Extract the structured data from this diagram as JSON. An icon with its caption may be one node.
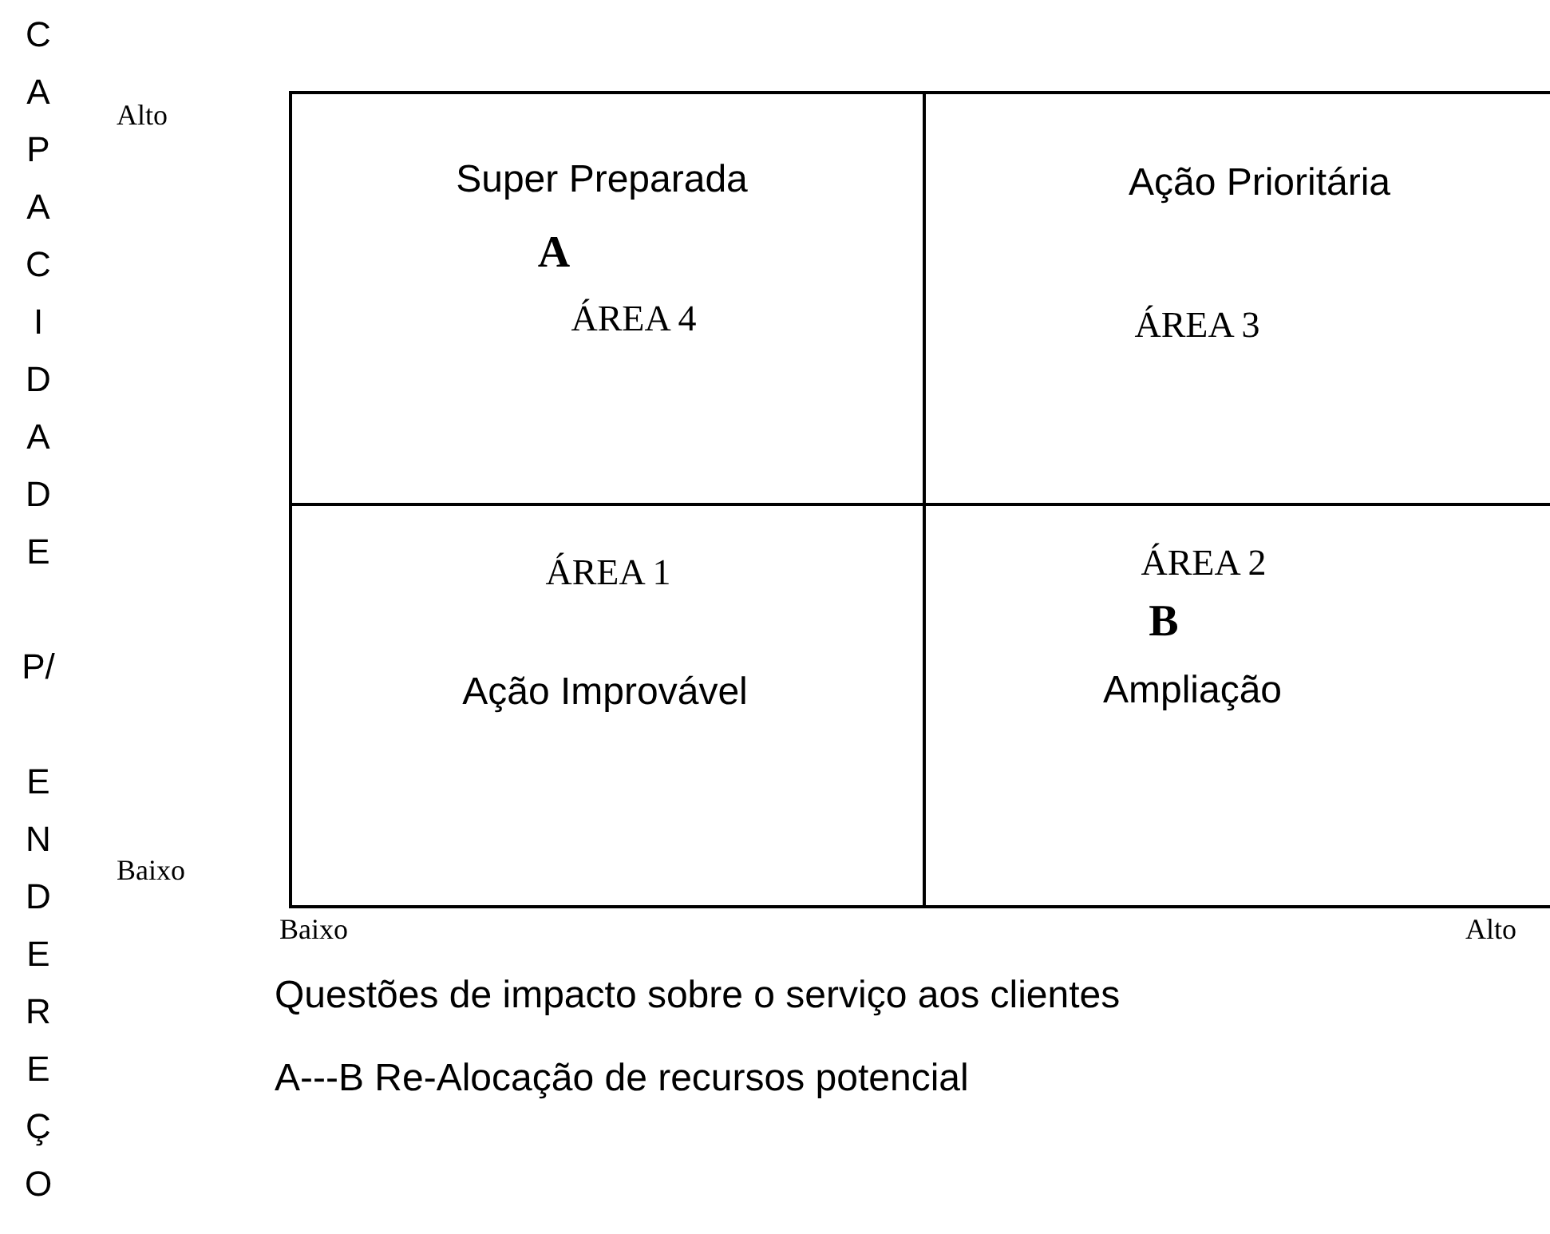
{
  "diagram": {
    "nodes": [
      {
        "text": [
          "Super Preparada",
          "A",
          "ÁREA 4"
        ]
      },
      {
        "text": [
          "Ação Prioritária",
          "ÁREA 3"
        ]
      },
      {
        "text": [
          "ÁREA 1",
          "Ação Improvável"
        ]
      },
      {
        "text": [
          "ÁREA 2",
          "B",
          "Ampliação"
        ]
      }
    ],
    "labels": [
      "CAPACIDADE P/ ENDEREÇO",
      "Alto",
      "Baixo",
      "Baixo",
      "Alto",
      "Questões de impacto sobre o serviço aos clientes",
      "A---B Re-Alocação de recursos potencial"
    ]
  }
}
